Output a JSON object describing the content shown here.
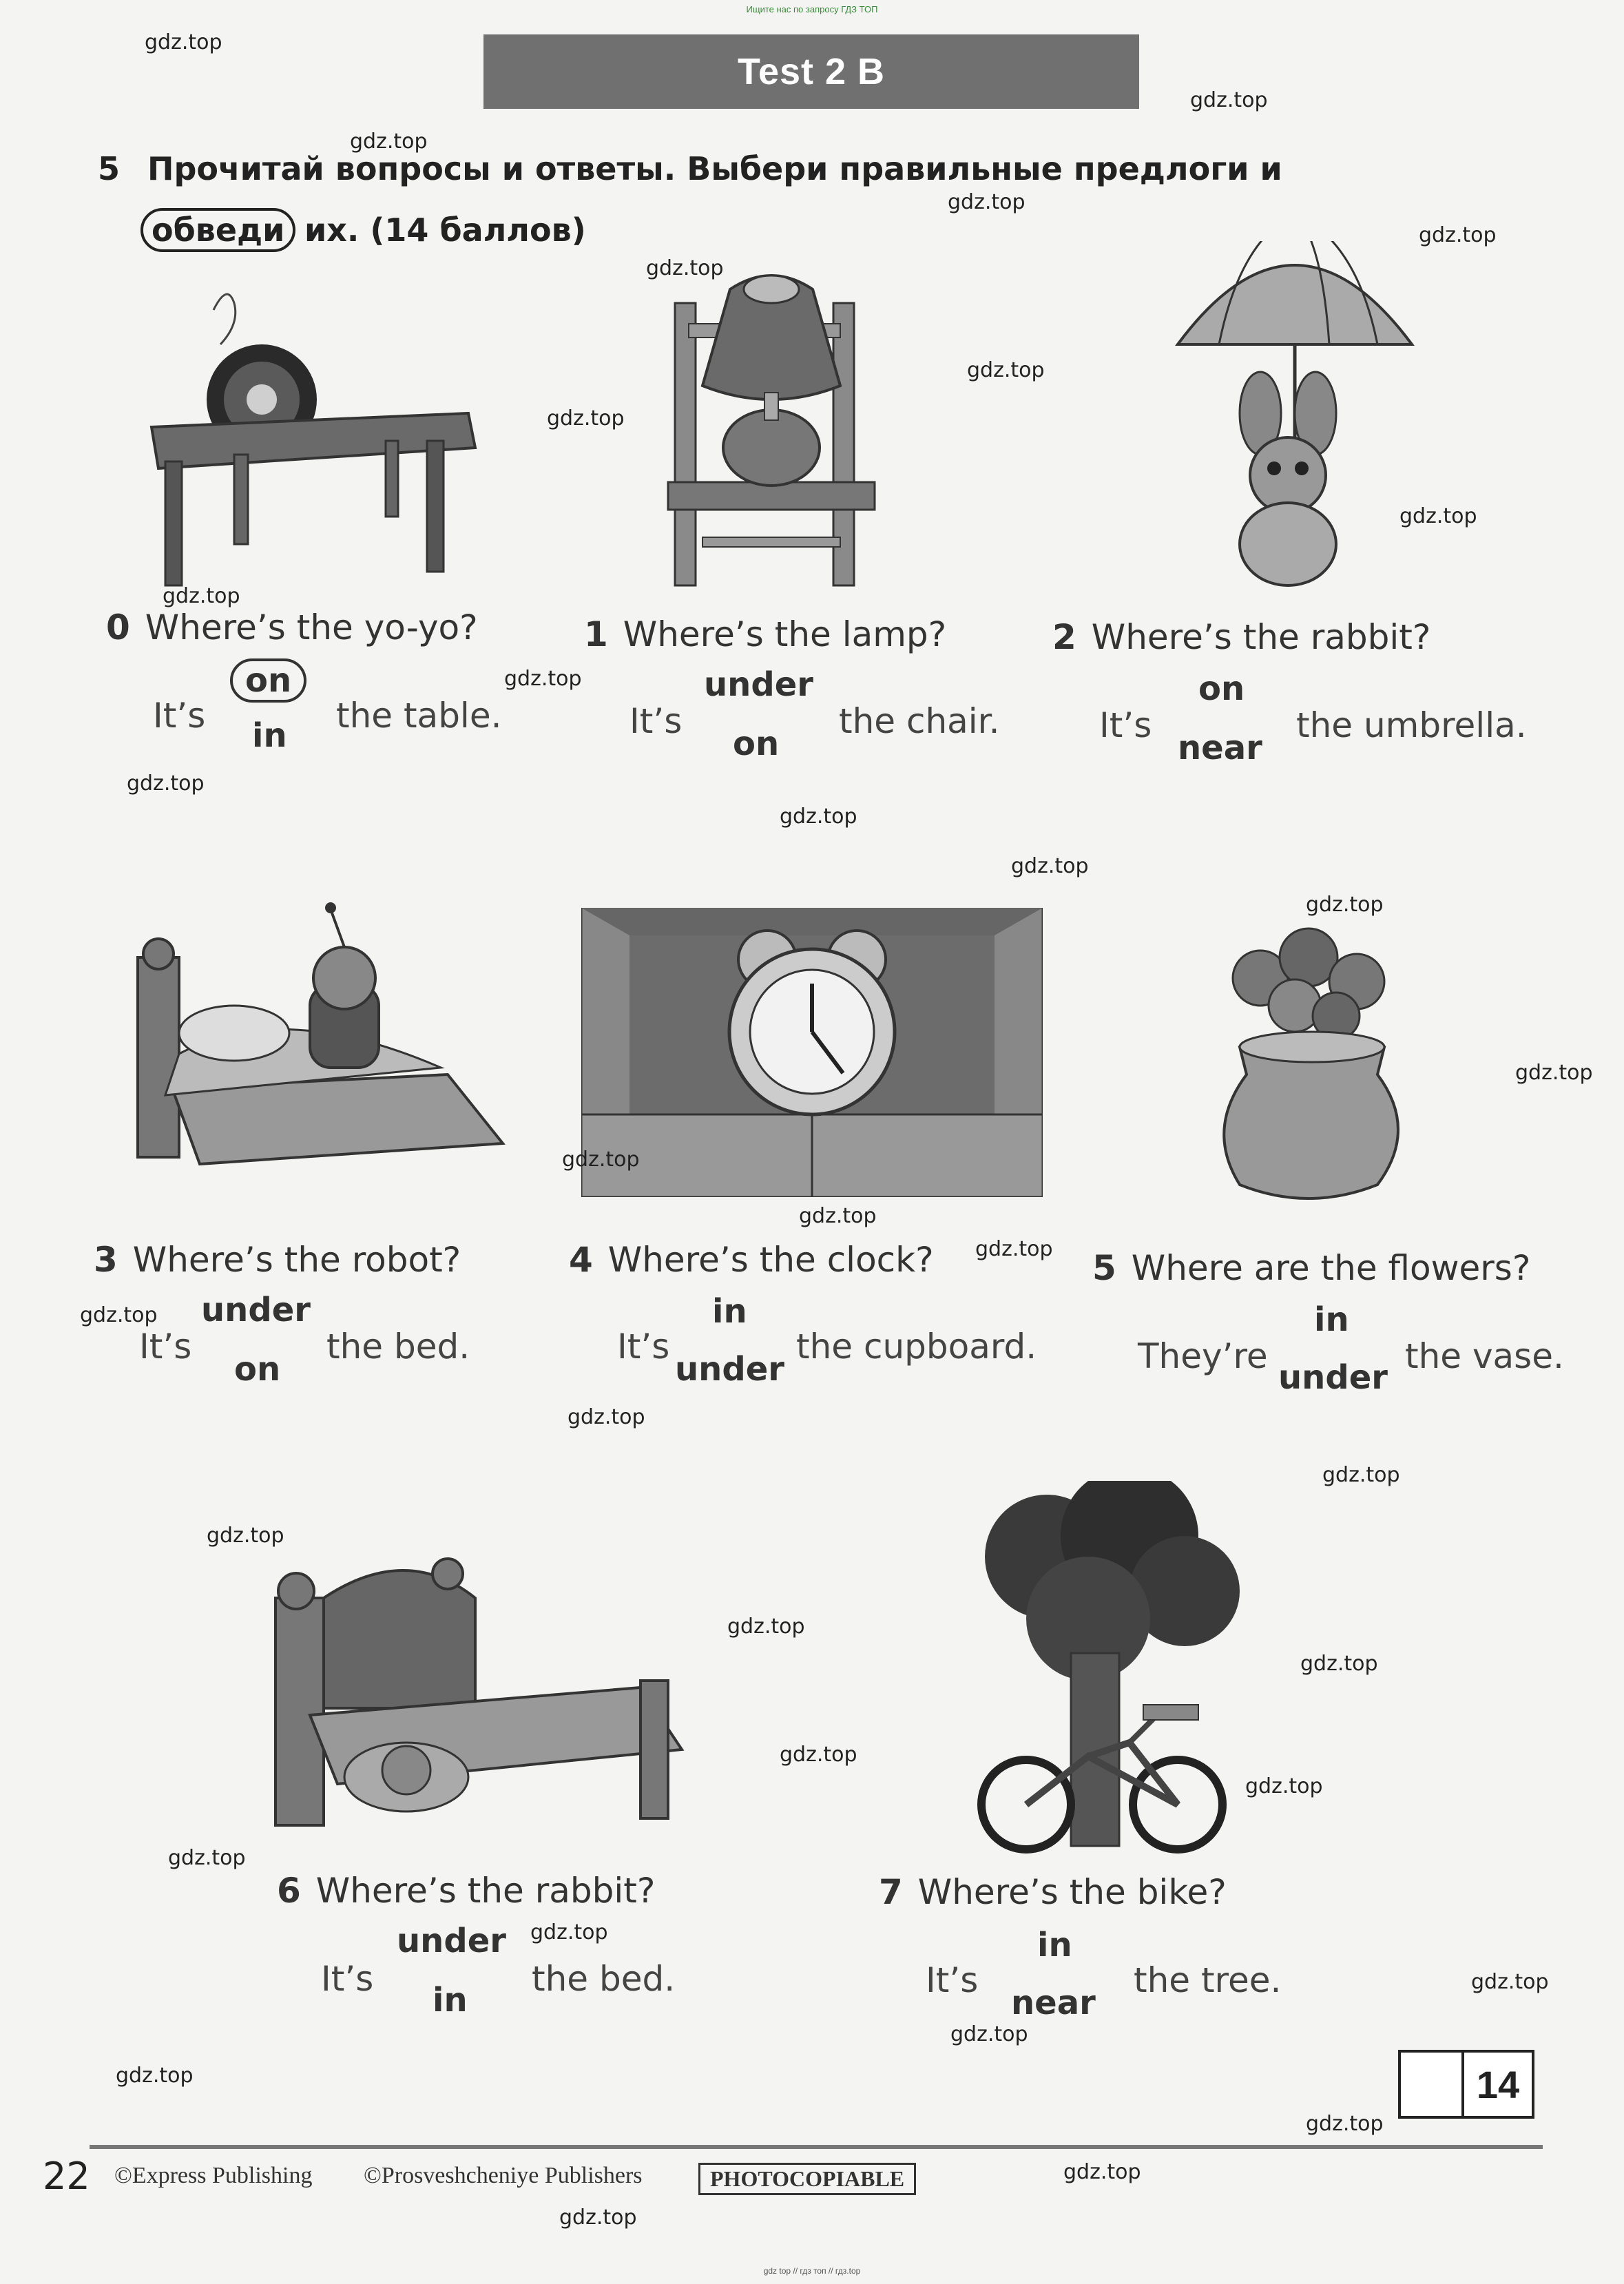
{
  "top_note": "Ищите нас по запросу ГДЗ ТОП",
  "bottom_note": "gdz top // гдз топ // гдз.top",
  "banner_title": "Test 2 B",
  "task": {
    "number": "5",
    "line1": "Прочитай вопросы и ответы. Выбери правильные предлоги и",
    "circled_word": "обведи",
    "line2": "их. (14 баллов)"
  },
  "items": [
    {
      "n": "0",
      "question": "Where’s the yo-yo?",
      "pronoun": "It’s",
      "opt1": "on",
      "opt2": "in",
      "object": "the table.",
      "selected": "on"
    },
    {
      "n": "1",
      "question": "Where’s the lamp?",
      "pronoun": "It’s",
      "opt1": "under",
      "opt2": "on",
      "object": "the chair."
    },
    {
      "n": "2",
      "question": "Where’s the rabbit?",
      "pronoun": "It’s",
      "opt1": "on",
      "opt2": "near",
      "object": "the umbrella."
    },
    {
      "n": "3",
      "question": "Where’s the robot?",
      "pronoun": "It’s",
      "opt1": "under",
      "opt2": "on",
      "object": "the bed."
    },
    {
      "n": "4",
      "question": "Where’s the clock?",
      "pronoun": "It’s",
      "opt1": "in",
      "opt2": "under",
      "object": "the cupboard."
    },
    {
      "n": "5",
      "question": "Where are the flowers?",
      "pronoun": "They’re",
      "opt1": "in",
      "opt2": "under",
      "object": "the vase."
    },
    {
      "n": "6",
      "question": "Where’s the rabbit?",
      "pronoun": "It’s",
      "opt1": "under",
      "opt2": "in",
      "object": "the bed."
    },
    {
      "n": "7",
      "question": "Where’s the bike?",
      "pronoun": "It’s",
      "opt1": "in",
      "opt2": "near",
      "object": "the tree."
    }
  ],
  "score": "14",
  "footer": {
    "page_number": "22",
    "publisher1": "©Express Publishing",
    "publisher2": "©Prosveshcheniye Publishers",
    "photocopiable": "PHOTOCOPIABLE"
  },
  "watermark": "gdz.top"
}
